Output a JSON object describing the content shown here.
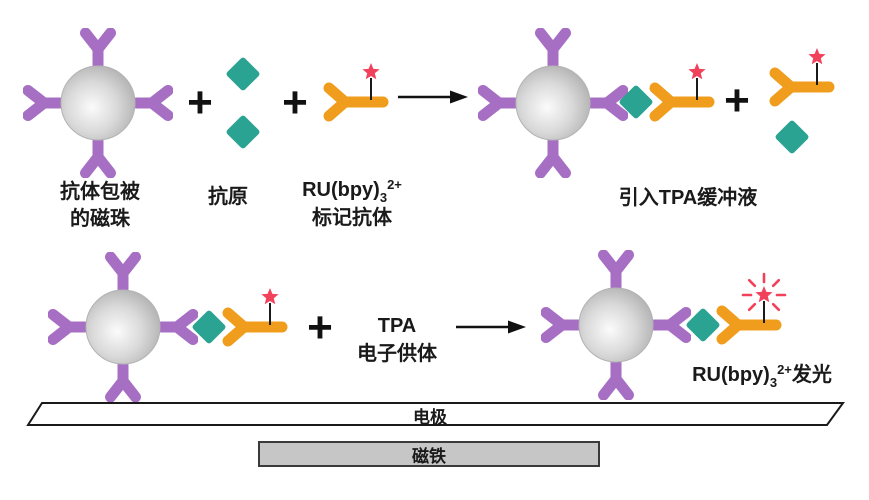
{
  "row1": {
    "plus": "+",
    "bead_caption_l1": "抗体包被",
    "bead_caption_l2": "的磁珠",
    "antigen_caption": "抗原",
    "ru": {
      "base": "RU(bpy)",
      "sub": "3",
      "sup": "2+"
    },
    "ru_caption_l2": "标记抗体",
    "product_caption": "引入TPA缓冲液"
  },
  "row2": {
    "plus": "+",
    "tpa_l1": "TPA",
    "tpa_l2": "电子供体",
    "glow": {
      "base": "RU(bpy)",
      "sub": "3",
      "sup": "2+",
      "suffix": "发光"
    }
  },
  "base": {
    "electrode": "电极",
    "magnet": "磁铁"
  },
  "colors": {
    "antibody_purple": "#a66fc3",
    "antigen_teal": "#2ba393",
    "labeled_antibody_orange": "#f09d1d",
    "star_red": "#f2415a",
    "bead_gray_edge": "#ababab",
    "magnet_fill": "#c6c6c6",
    "electrode_fill": "#ffffff",
    "text": "#1a1a1a"
  },
  "icons": {
    "magnetic-bead-icon": "gray gradient sphere with four purple Y antibodies",
    "antigen-icon": "teal rotated-square diamond",
    "labeled-antibody-icon": "orange sideways Y with black stick and red star",
    "emission-glow-icon": "red star with radiating dashes",
    "plus-icon": "bold plus sign",
    "reaction-arrow-icon": "right arrow",
    "electrode-icon": "white parallelogram plate",
    "magnet-icon": "gray rectangle bar"
  }
}
